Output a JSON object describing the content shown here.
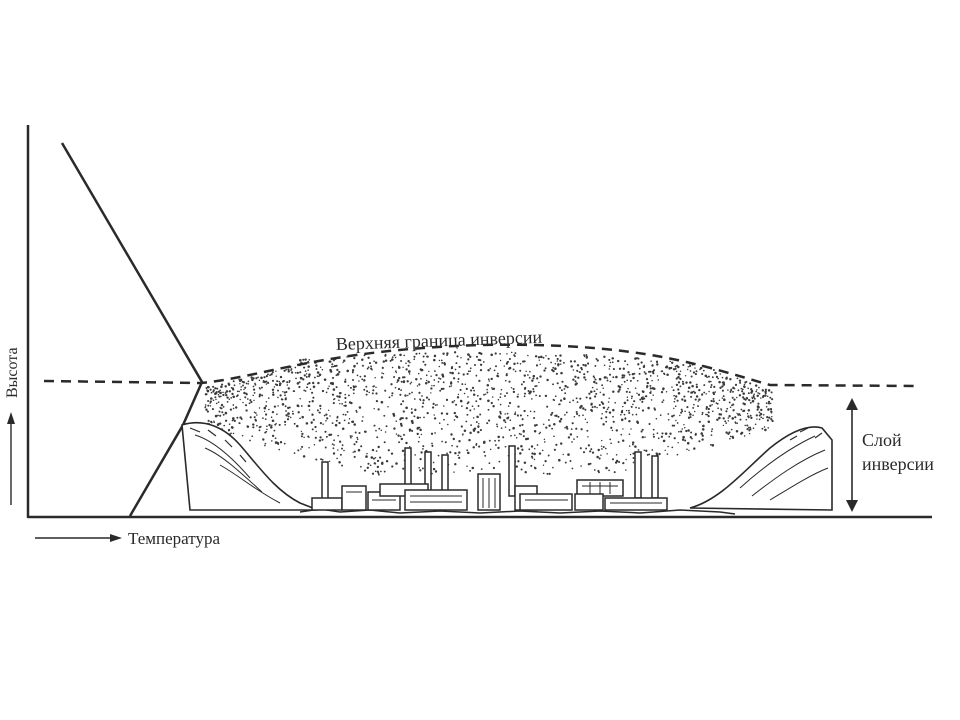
{
  "diagram": {
    "upper_boundary_label": "Верхняя граница инверсии",
    "layer_label_line1": "Слой",
    "layer_label_line2": "инверсии",
    "y_axis_label": "Высота",
    "x_axis_label": "Температура"
  },
  "colors": {
    "ink": "#2a2a2a",
    "background": "#ffffff"
  }
}
